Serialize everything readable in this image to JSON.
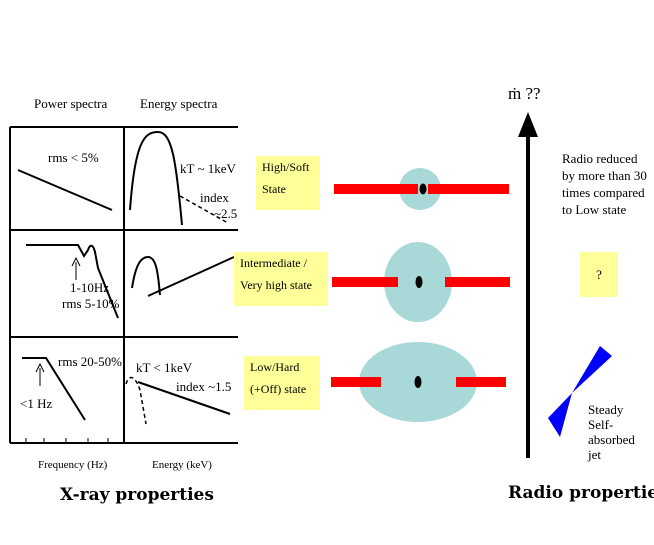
{
  "headers": {
    "power_spectra": "Power spectra",
    "energy_spectra": "Energy spectra"
  },
  "high_soft": {
    "power_label": "rms < 5%",
    "energy_kt": "kT ~ 1keV",
    "energy_index_1": "index",
    "energy_index_2": "~2.5",
    "state_line1": "High/Soft",
    "state_line2": "State",
    "radio_note": [
      "Radio reduced",
      "by more than 30",
      "times compared",
      "to Low state"
    ]
  },
  "intermediate": {
    "power_freq": "1-10Hz",
    "power_rms": "rms 5-10%",
    "state_line1": "Intermediate /",
    "state_line2": "Very high state",
    "radio_note": "?"
  },
  "low_hard": {
    "power_rms": "rms 20-50%",
    "power_freq": "<1 Hz",
    "energy_kt": "kT < 1keV",
    "energy_index": "index ~1.5",
    "state_line1": "Low/Hard",
    "state_line2": "(+Off) state",
    "jet_note": [
      "Steady",
      "Self-",
      "absorbed",
      "jet"
    ]
  },
  "axes": {
    "frequency": "Frequency (Hz)",
    "energy": "Energy (keV)"
  },
  "mdot_label": "ṁ ??",
  "footers": {
    "xray": "X-ray properties",
    "radio": "Radio properties"
  },
  "colors": {
    "label_box": "#ffff99",
    "disk": "#e8473e",
    "disk_red": "#ff0000",
    "corona": "#a8d8d8",
    "jet": "#0000ff"
  }
}
